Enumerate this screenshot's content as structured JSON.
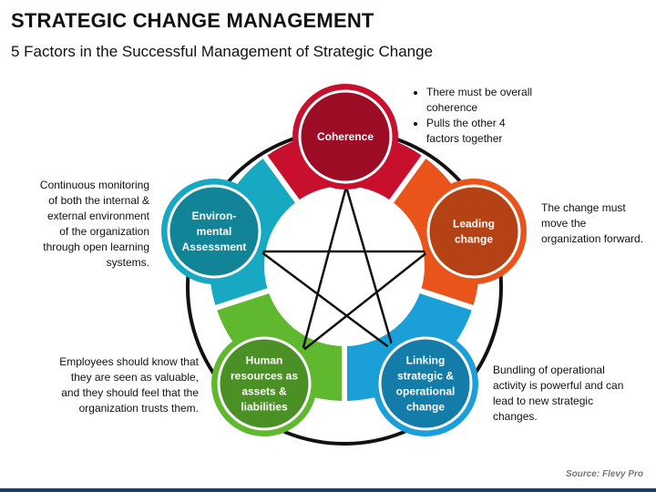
{
  "header": {
    "title": "STRATEGIC CHANGE MANAGEMENT",
    "subtitle": "5 Factors in the Successful Management of Strategic Change"
  },
  "colors": {
    "coherence": "#c8102e",
    "leading": "#e8541a",
    "linking": "#1a9fd8",
    "human": "#5fb82e",
    "environmental": "#17a9c2"
  },
  "nodes": {
    "coherence": {
      "lines": [
        "Coherence"
      ]
    },
    "leading": {
      "lines": [
        "Leading",
        "change"
      ]
    },
    "linking": {
      "lines": [
        "Linking",
        "strategic &",
        "operational",
        "change"
      ]
    },
    "human": {
      "lines": [
        "Human",
        "resources as",
        "assets &",
        "liabilities"
      ]
    },
    "environmental": {
      "lines": [
        "Environ-",
        "mental",
        "Assessment"
      ]
    }
  },
  "notes": {
    "coherence": [
      "There must be overall coherence",
      "Pulls the other 4 factors together"
    ],
    "leading": "The change must move the organization forward.",
    "linking": "Bundling of operational activity is powerful and can lead to new strategic changes.",
    "human": "Employees should know that they are seen as valuable, and they should feel that the organization trusts them.",
    "environmental": "Continuous monitoring of both the internal & external environment of the organization through open learning systems."
  },
  "footer": {
    "source": "Source: Flevy Pro"
  }
}
